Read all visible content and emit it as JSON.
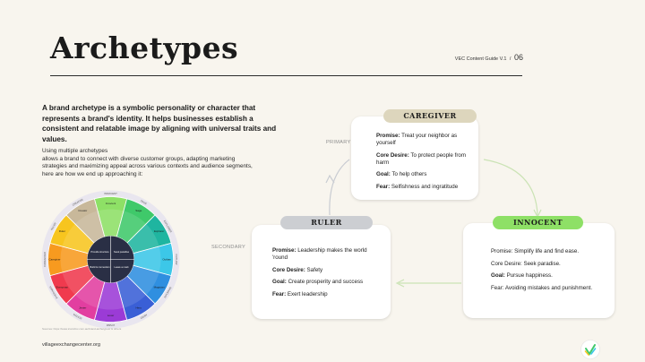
{
  "header": {
    "title": "Archetypes",
    "doc_tag": "VEC Content Guide V.1",
    "separator": "/",
    "page_number": "06"
  },
  "intro": {
    "definition": "A brand archetype is a symbolic personality or character that represents a brand's identity. It helps businesses establish a consistent and relatable image by aligning with universal traits and values.",
    "using_title": "Using multiple archetypes",
    "using_body": "allows a brand to connect with diverse customer groups, adapting marketing strategies and maximizing appeal across various contexts and audience segments, here are how we end up approaching it:"
  },
  "labels": {
    "primary": "PRIMARY",
    "secondary": "SECONDARY"
  },
  "cards": {
    "caregiver": {
      "title": "CAREGIVER",
      "color": "#ddd6bd",
      "promise_label": "Promise:",
      "promise": "Treat your neighbor as yourself",
      "desire_label": "Core Desire:",
      "desire": "To protect people from harm",
      "goal_label": "Goal:",
      "goal": "To help others",
      "fear_label": "Fear:",
      "fear": "Selfishness and ingratitude"
    },
    "ruler": {
      "title": "RULER",
      "color": "#ccced2",
      "promise_label": "Promise:",
      "promise": "Leadership makes the world 'round",
      "desire_label": "Core Desire:",
      "desire": "Safety",
      "goal_label": "Goal:",
      "goal": "Create prosperity and success",
      "fear_label": "Fear:",
      "fear": "Exert leadership"
    },
    "innocent": {
      "title": "INNOCENT",
      "color": "#8ee066",
      "promise_label": "Promise:",
      "promise": "Simplify life and find ease.",
      "desire_label": "Core Desire:",
      "desire": "Seek paradise.",
      "goal_label": "Goal:",
      "goal": "Pursue happiness.",
      "fear_label": "Fear:",
      "fear": "Avoiding mistakes and punishment."
    }
  },
  "wheel": {
    "segments": [
      {
        "name": "Innocent",
        "color": "#8ee066"
      },
      {
        "name": "Sage",
        "color": "#3fc96a"
      },
      {
        "name": "Explorer",
        "color": "#1fb5a0"
      },
      {
        "name": "Outlaw",
        "color": "#3cc7e8"
      },
      {
        "name": "Magician",
        "color": "#2f8fe0"
      },
      {
        "name": "Hero",
        "color": "#3a5fd6"
      },
      {
        "name": "Lover",
        "color": "#9b3bd6"
      },
      {
        "name": "Jester",
        "color": "#e23ea0"
      },
      {
        "name": "Everyman",
        "color": "#f03a4e"
      },
      {
        "name": "Caregiver",
        "color": "#f79a1f"
      },
      {
        "name": "Ruler",
        "color": "#f7c51f"
      },
      {
        "name": "Creator",
        "color": "#c8b89a"
      }
    ],
    "quadrants": [
      "Provide structure",
      "Seek paradise",
      "Leave a mark",
      "Build & connection"
    ]
  },
  "sources_text": "Sources: https://www.iconicfox.com.au/brand-archetypes/ & others",
  "footer": {
    "url": "villageexchangecenter.org"
  }
}
